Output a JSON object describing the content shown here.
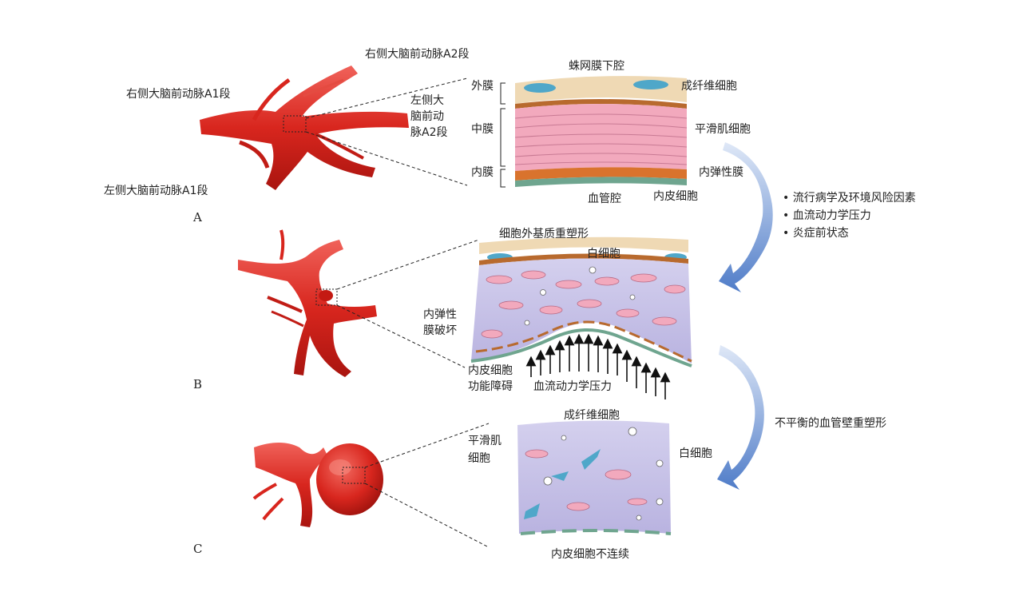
{
  "panels": {
    "a": "A",
    "b": "B",
    "c": "C"
  },
  "panel_a": {
    "right_a2": "右侧大脑前动脉A2段",
    "right_a1": "右侧大脑前动脉A1段",
    "left_a2_line1": "左侧大",
    "left_a2_line2": "脑前动",
    "left_a2_line3": "脉A2段",
    "left_a1": "左侧大脑前动脉A1段"
  },
  "wall_a": {
    "subarachnoid": "蛛网膜下腔",
    "adventitia": "外膜",
    "fibroblast": "成纤维细胞",
    "media": "中膜",
    "smooth_muscle": "平滑肌细胞",
    "intima": "内膜",
    "iel": "内弹性膜",
    "lumen": "血管腔",
    "endothelial": "内皮细胞"
  },
  "factors": [
    "流行病学及环境风险因素",
    "血流动力学压力",
    "炎症前状态"
  ],
  "wall_b": {
    "ecm": "细胞外基质重塑形",
    "leukocyte": "白细胞",
    "iel_broken_1": "内弹性",
    "iel_broken_2": "膜破坏",
    "endo_dys_1": "内皮细胞",
    "endo_dys_2": "功能障碍",
    "hemo": "血流动力学压力"
  },
  "remodel": "不平衡的血管壁重塑形",
  "wall_c": {
    "fibroblast": "成纤维细胞",
    "smc_1": "平滑肌",
    "smc_2": "细胞",
    "leukocyte": "白细胞",
    "endo_disc": "内皮细胞不连续"
  },
  "colors": {
    "artery": "#d8261e",
    "adventitia": "#efd9b4",
    "media": "#f2a9bd",
    "iel": "#d9732d",
    "matrix": "#c7c2e6",
    "endothelium": "#6fa58f",
    "fibroblast": "#4fa7c9",
    "arrow_blue": "#5f87cc"
  }
}
